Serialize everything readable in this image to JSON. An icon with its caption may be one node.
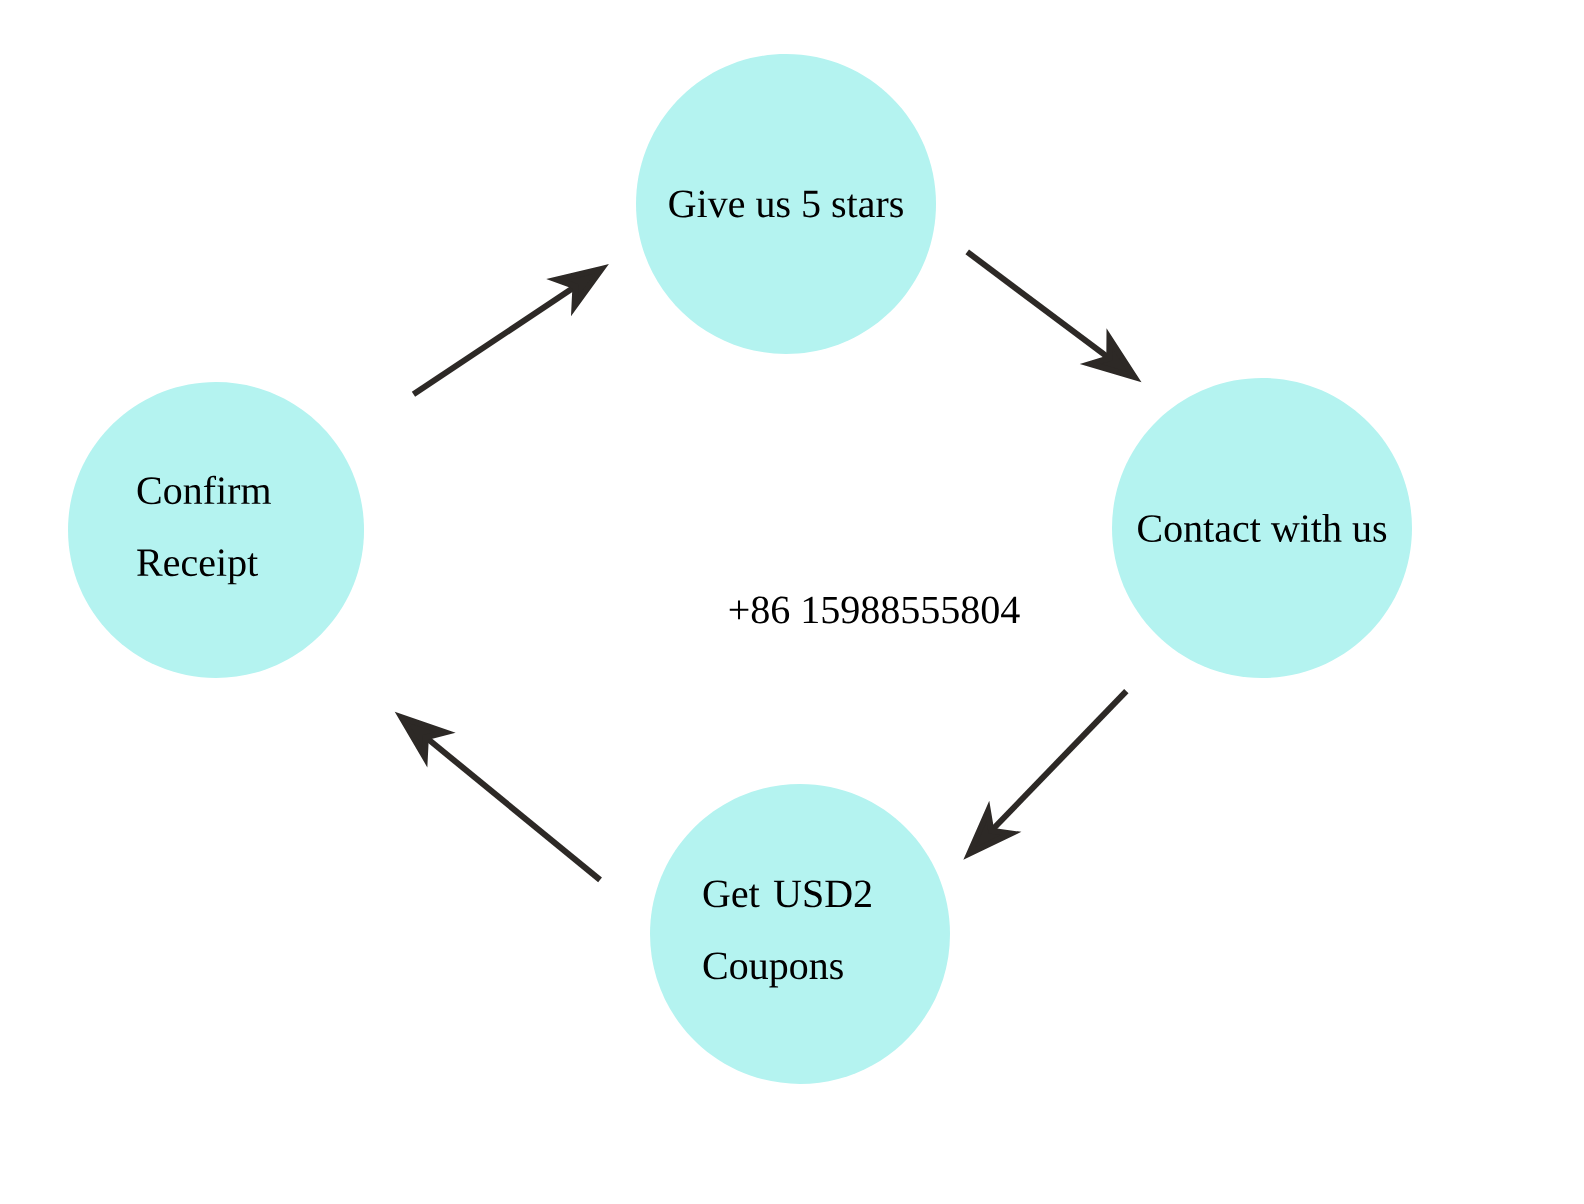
{
  "diagram": {
    "nodes": [
      {
        "text": [
          "Give us 5 stars"
        ]
      },
      {
        "text": [
          "Confirm Receipt"
        ]
      },
      {
        "text": [
          "Contact with us"
        ]
      },
      {
        "text": [
          "Get USD2 Coupons"
        ]
      }
    ],
    "edges": [
      {
        "from": 1,
        "to": 0,
        "arrow": "to"
      },
      {
        "from": 0,
        "to": 2,
        "arrow": "to"
      },
      {
        "from": 2,
        "to": 3,
        "arrow": "to"
      },
      {
        "from": 3,
        "to": 1,
        "arrow": "to"
      }
    ],
    "labels": [
      "+86 15988555804"
    ]
  }
}
